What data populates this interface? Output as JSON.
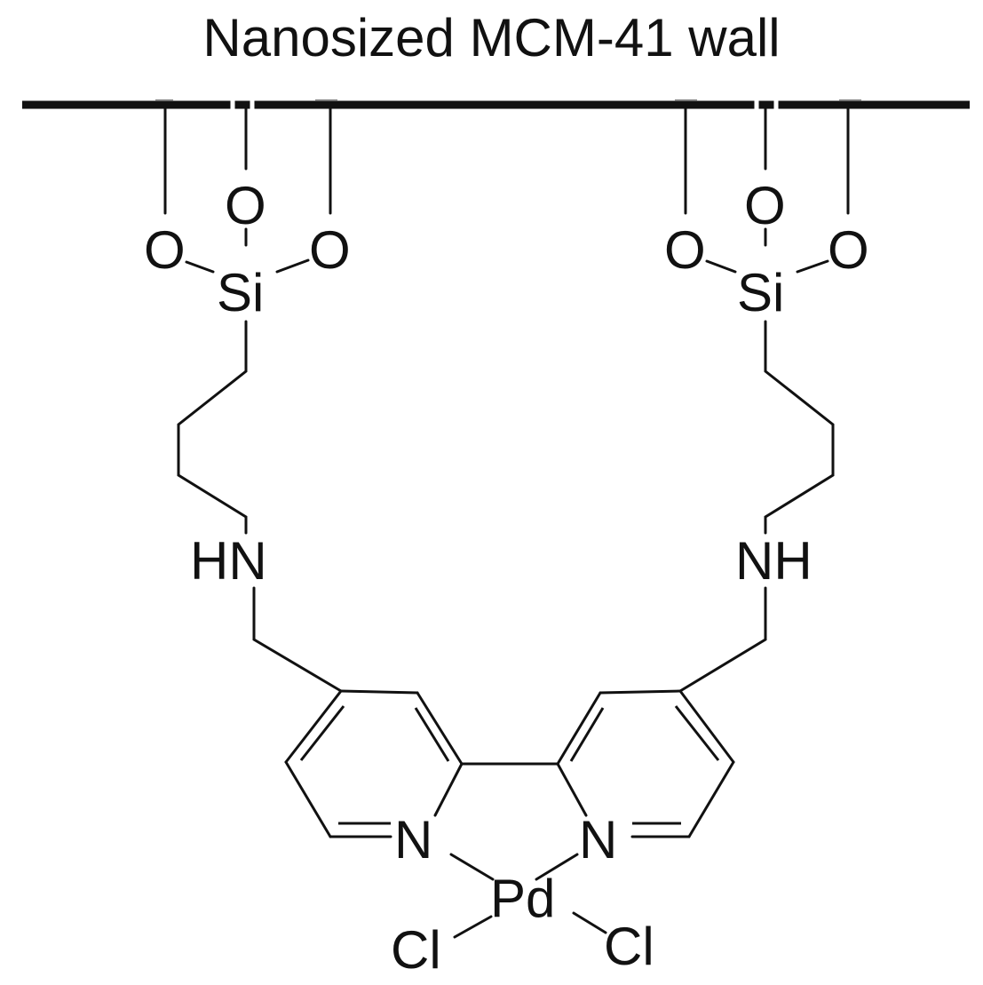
{
  "diagram": {
    "title": "Nanosized MCM-41 wall",
    "left_anchor": {
      "oxygen_left": "O",
      "oxygen_middle": "O",
      "oxygen_right": "O",
      "silicon": "Si",
      "amine": "HN"
    },
    "right_anchor": {
      "oxygen_left": "O",
      "oxygen_middle": "O",
      "oxygen_right": "O",
      "silicon": "Si",
      "amine": "NH"
    },
    "complex": {
      "nitrogen_left": "N",
      "nitrogen_right": "N",
      "metal": "Pd",
      "chloride_left": "Cl",
      "chloride_right": "Cl"
    },
    "colors": {
      "line": "#111111",
      "background": "#ffffff"
    }
  }
}
